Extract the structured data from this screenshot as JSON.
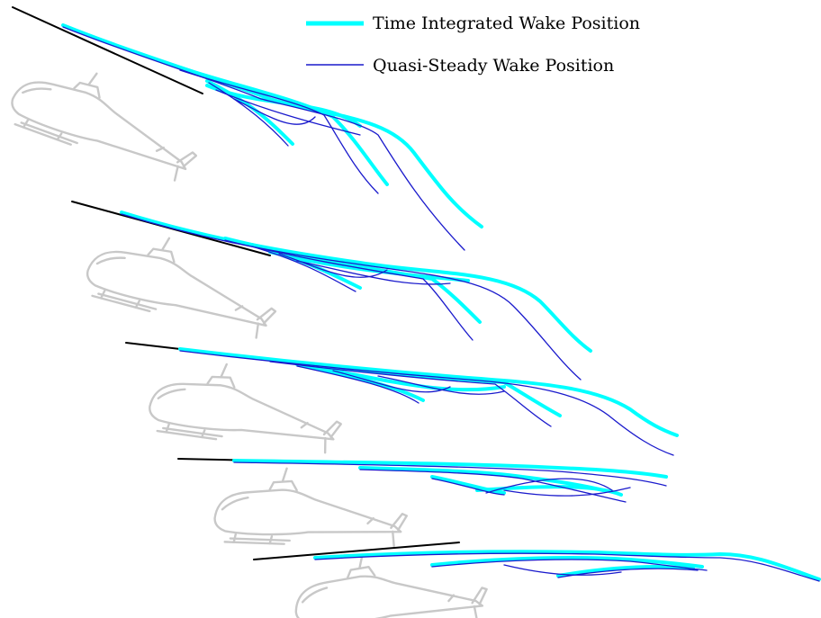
{
  "legend": {
    "time_integrated": {
      "label": "Time Integrated Wake Position",
      "color": "#00ffff"
    },
    "quasi_steady": {
      "label": "Quasi-Steady Wake Position",
      "color": "#1a1acc"
    }
  },
  "colors": {
    "helicopter": "#c8c8c8",
    "rotor_disk": "#000000",
    "background": "#ffffff"
  },
  "scenes": [
    {
      "id": "scene-1"
    },
    {
      "id": "scene-2"
    },
    {
      "id": "scene-3"
    },
    {
      "id": "scene-4"
    },
    {
      "id": "scene-5"
    }
  ]
}
